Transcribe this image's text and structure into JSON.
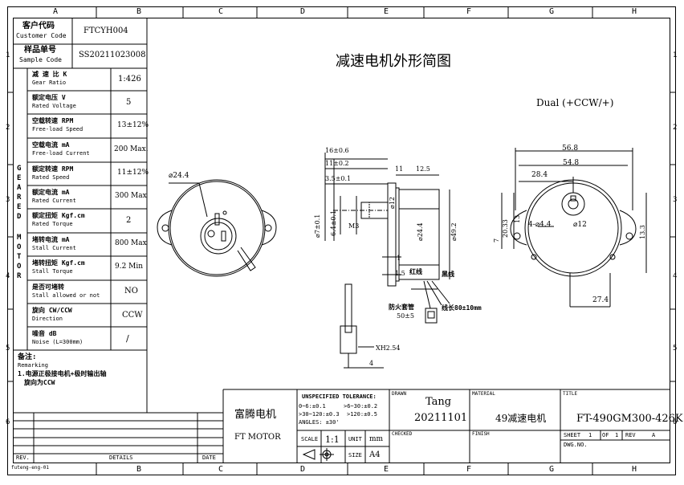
{
  "grid": {
    "cols": [
      "A",
      "B",
      "C",
      "D",
      "E",
      "F",
      "G",
      "H"
    ],
    "rows": [
      "1",
      "2",
      "3",
      "4",
      "5",
      "6"
    ]
  },
  "header_table": {
    "customer_code_label_cn": "客户代码",
    "customer_code_label_en": "Customer Code",
    "customer_code_value": "FTCYH004",
    "sample_code_label_cn": "样品单号",
    "sample_code_label_en": "Sample Code",
    "sample_code_value": "SS20211023008"
  },
  "gear_motor_vertical": [
    "G",
    "E",
    "A",
    "R",
    "E",
    "D",
    "M",
    "O",
    "T",
    "O",
    "R"
  ],
  "specs": [
    {
      "cn": "减 速 比 K",
      "en": "Gear Ratio",
      "value": "1:426"
    },
    {
      "cn": "额定电压 V",
      "en": "Rated Voltage",
      "value": "5"
    },
    {
      "cn": "空载转速 RPM",
      "en": "Free-load Speed",
      "value": "13±12%"
    },
    {
      "cn": "空载电流 mA",
      "en": "Free-load Current",
      "value": "200 Max."
    },
    {
      "cn": "额定转速 RPM",
      "en": "Rated Speed",
      "value": "11±12%"
    },
    {
      "cn": "额定电流 mA",
      "en": "Rated Current",
      "value": "300 Max"
    },
    {
      "cn": "额定扭矩 Kgf.cm",
      "en": "Rated Torque",
      "value": "2"
    },
    {
      "cn": "堵转电流 mA",
      "en": "Stall Current",
      "value": "800 Max"
    },
    {
      "cn": "堵转扭矩 Kgf.cm",
      "en": "Stall Torque",
      "value": "9.2 Min"
    },
    {
      "cn": "是否可堵转",
      "en": "Stall allowed or not",
      "value": "NO"
    },
    {
      "cn": "旋向 CW/CCW",
      "en": "Direction",
      "value": "CCW"
    },
    {
      "cn": "噪音 dB",
      "en": "Noise (L=300mm)",
      "value": "/"
    }
  ],
  "remarks": {
    "title_cn": "备注:",
    "title_en": "Remarking",
    "line1": "1.电源正极接电机+极时输出轴",
    "line2": "旋向为CCW"
  },
  "title_main": "减速电机外形简图",
  "dual_label": "Dual (+CCW/+)",
  "front_view": {
    "diameter": "⌀24.4"
  },
  "side_view": {
    "d16": "16±0.6",
    "d11": "11±0.2",
    "d35": "3.5±0.1",
    "d11b": "11",
    "d125": "12.5",
    "d7": "⌀7±0.1",
    "d64": "6.4±0.1",
    "m3": "M3",
    "d12": "⌀12",
    "d244": "⌀24.4",
    "d492": "⌀49.2",
    "d1": "1",
    "d15": "1.5",
    "wire_red": "红线",
    "wire_black": "黑线",
    "sleeve": "防火套管",
    "sleeve_len": "50±5",
    "lead_len": "线长80±10mm",
    "xh": "XH2.54",
    "d4": "4"
  },
  "rear_view": {
    "d568": "56.8",
    "d548": "54.8",
    "d284": "28.4",
    "hole": "4-⌀4.4",
    "d12": "⌀12",
    "d2033": "20.33",
    "d13": "13",
    "d7": "7",
    "d133": "13.3",
    "d274": "27.4"
  },
  "title_block": {
    "company_cn": "富腾电机",
    "company_en": "FT MOTOR",
    "tol_title": "UNSPECIFIED TOLERANCE:",
    "tol_1": "0~6:±0.1",
    "tol_2": ">6~30:±0.2",
    "tol_3": ">30~120:±0.3",
    "tol_4": ">120:±0.5",
    "tol_5": "ANGLES: ±30'",
    "scale_label": "SCALE",
    "scale_value": "1:1",
    "unit_label": "UNIT",
    "unit_value": "mm",
    "size_label": "SIZE",
    "size_value": "A4",
    "drawn_label": "DRAWN",
    "drawn_name": "Tang",
    "drawn_date": "20211101",
    "checked_label": "CHECKED",
    "material_label": "MATERIAL",
    "material_value": "49减速电机",
    "finish_label": "FINISH",
    "title_label": "TITLE",
    "title_value": "FT-490GM300-426K",
    "sheet_label": "SHEET",
    "sheet_value": "1",
    "of_label": "OF",
    "of_value": "1",
    "rev_label": "REV",
    "rev_value": "A",
    "dwg_label": "DWG.NO.",
    "rev_col": "REV.",
    "details_col": "DETAILS",
    "date_col": "DATE"
  },
  "footer_tag": "futeng-eng-01"
}
